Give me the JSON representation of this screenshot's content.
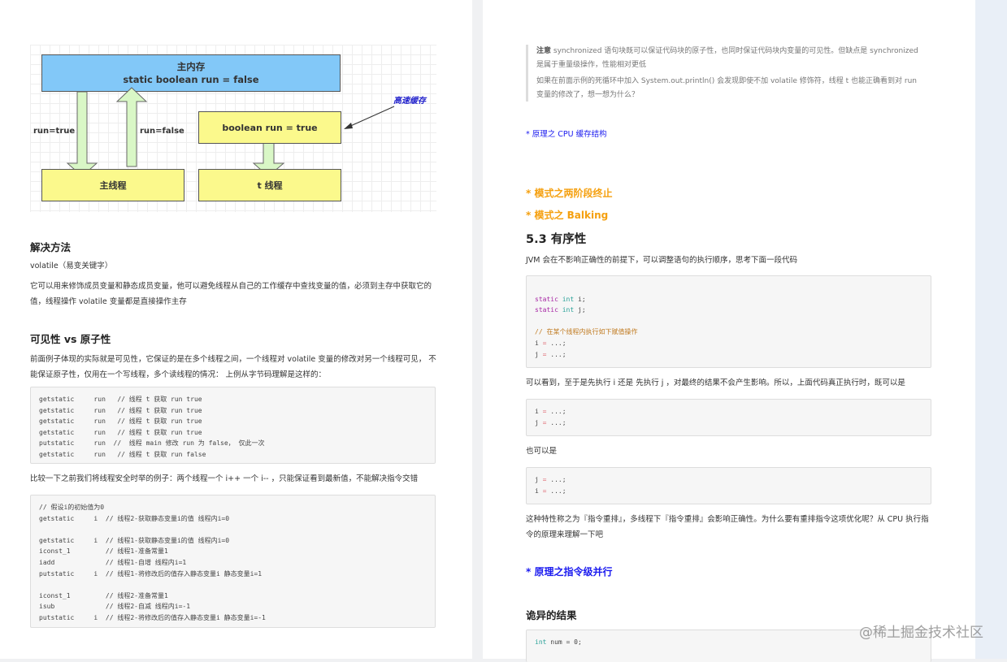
{
  "left": {
    "diagram": {
      "main_memory_title": "主内存",
      "main_memory_value": "static boolean run = false",
      "cache_label": "高速缓存",
      "cache_box": "boolean run = true",
      "main_thread": "主线程",
      "t_thread": "t 线程",
      "arrow_left": "run=true",
      "arrow_right": "run=false"
    },
    "solution_heading": "解决方法",
    "volatile_line": "volatile（易变关键字）",
    "volatile_desc": "它可以用来修饰成员变量和静态成员变量，他可以避免线程从自己的工作缓存中查找变量的值，必须到主存中获取它的值，线程操作 volatile 变量都是直接操作主存",
    "vis_heading": "可见性 vs 原子性",
    "vis_desc": "前面例子体现的实际就是可见性，它保证的是在多个线程之间，一个线程对 volatile 变量的修改对另一个线程可见， 不能保证原子性，仅用在一个写线程，多个读线程的情况： 上例从字节码理解是这样的：",
    "code1": [
      "getstatic     run   // 线程 t 获取 run true",
      "getstatic     run   // 线程 t 获取 run true",
      "getstatic     run   // 线程 t 获取 run true",
      "getstatic     run   // 线程 t 获取 run true",
      "putstatic     run  //  线程 main 修改 run 为 false， 仅此一次",
      "getstatic     run   // 线程 t 获取 run false"
    ],
    "compare_desc": "比较一下之前我们将线程安全时举的例子：两个线程一个 i++ 一个 i-- ，只能保证看到最新值，不能解决指令交错",
    "code2": [
      "// 假设i的初始值为0",
      "getstatic     i  // 线程2-获取静态变量i的值 线程内i=0",
      "",
      "getstatic     i  // 线程1-获取静态变量i的值 线程内i=0",
      "iconst_1         // 线程1-准备常量1",
      "iadd             // 线程1-自增 线程内i=1",
      "putstatic     i  // 线程1-将修改后的值存入静态变量i 静态变量i=1",
      "",
      "iconst_1         // 线程2-准备常量1",
      "isub             // 线程2-自减 线程内i=-1",
      "putstatic     i  // 线程2-将修改后的值存入静态变量i 静态变量i=-1"
    ]
  },
  "right": {
    "note_bold": "注意",
    "note_text": " synchronized 语句块既可以保证代码块的原子性，也同时保证代码块内变量的可见性。但缺点是 synchronized 是属于重量级操作，性能相对更低",
    "note_q": "如果在前面示例的死循环中加入 System.out.println() 会发现即使不加 volatile 修饰符，线程 t 也能正确看到对 run 变量的修改了，想一想为什么？",
    "link_cpu": "* 原理之 CPU 缓存结构",
    "two_phase": "* 模式之两阶段终止",
    "balking": "* 模式之 Balking",
    "sec_heading": "5.3 有序性",
    "jvm_desc": "JVM 会在不影响正确性的前提下，可以调整语句的执行顺序，思考下面一段代码",
    "code_kw": "static",
    "code_ty": "int",
    "code_i": " i;",
    "code_j": " j;",
    "code_comment": "// 在某个线程内执行如下赋值操作",
    "assign_i": "i",
    "assign_j": "j",
    "assign_rhs": " ...;",
    "eq": " =",
    "order_desc": "可以看到，至于是先执行 i 还是 先执行 j ，对最终的结果不会产生影响。所以，上面代码真正执行时，既可以是",
    "also": "也可以是",
    "reorder_desc": "这种特性称之为『指令重排』，多线程下『指令重排』会影响正确性。为什么要有重排指令这项优化呢？从 CPU 执行指令的原理来理解一下吧",
    "link_ilp": "* 原理之指令级并行",
    "weird_heading": "诡异的结果",
    "last_code_rest": " num = 0;"
  },
  "watermark": "@稀土掘金技术社区"
}
